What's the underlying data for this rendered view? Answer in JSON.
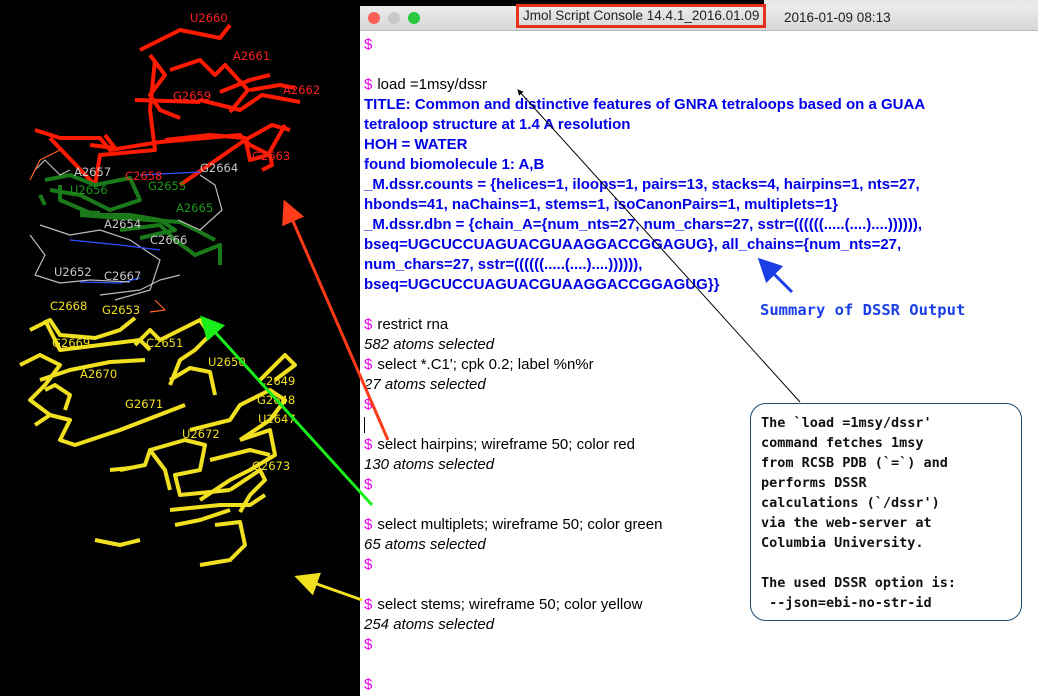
{
  "window": {
    "title": "Jmol Script Console 14.4.1_2016.01.09",
    "datetime": "2016-01-09 08:13"
  },
  "console": {
    "prompt": "$",
    "lines": [
      {
        "type": "prompt",
        "text": ""
      },
      {
        "type": "blank",
        "text": ""
      },
      {
        "type": "prompt",
        "text": "load =1msy/dssr"
      },
      {
        "type": "out",
        "text": "TITLE: Common and distinctive features of GNRA tetraloops based on a GUAA"
      },
      {
        "type": "out",
        "text": "tetraloop structure at 1.4 A resolution"
      },
      {
        "type": "out",
        "text": "HOH = WATER"
      },
      {
        "type": "out",
        "text": "found biomolecule 1: A,B"
      },
      {
        "type": "out",
        "text": "_M.dssr.counts = {helices=1, iloops=1, pairs=13, stacks=4, hairpins=1, nts=27,"
      },
      {
        "type": "out",
        "text": "hbonds=41, naChains=1, stems=1, isoCanonPairs=1, multiplets=1}"
      },
      {
        "type": "out",
        "text": "_M.dssr.dbn = {chain_A={num_nts=27, num_chars=27, sstr=((((((.....(....)....)))))),"
      },
      {
        "type": "out",
        "text": "bseq=UGCUCCUAGUACGUAAGGACCGGAGUG}, all_chains={num_nts=27,"
      },
      {
        "type": "out",
        "text": "num_chars=27, sstr=((((((.....(....)....)))))),"
      },
      {
        "type": "out",
        "text": "bseq=UGCUCCUAGUACGUAAGGACCGGAGUG}}"
      },
      {
        "type": "blank",
        "text": ""
      },
      {
        "type": "prompt",
        "text": "restrict rna"
      },
      {
        "type": "res",
        "text": "582 atoms selected"
      },
      {
        "type": "prompt",
        "text": "select *.C1'; cpk 0.2; label %n%r"
      },
      {
        "type": "res",
        "text": "27 atoms selected"
      },
      {
        "type": "prompt",
        "text": ""
      },
      {
        "type": "cursor",
        "text": ""
      },
      {
        "type": "prompt",
        "text": "select hairpins; wireframe 50; color red"
      },
      {
        "type": "res",
        "text": "130 atoms selected"
      },
      {
        "type": "prompt",
        "text": ""
      },
      {
        "type": "blank",
        "text": ""
      },
      {
        "type": "prompt",
        "text": "select multiplets; wireframe 50; color green"
      },
      {
        "type": "res",
        "text": "65 atoms selected"
      },
      {
        "type": "prompt",
        "text": ""
      },
      {
        "type": "blank",
        "text": ""
      },
      {
        "type": "prompt",
        "text": "select stems; wireframe 50; color yellow"
      },
      {
        "type": "res",
        "text": "254 atoms selected"
      },
      {
        "type": "prompt",
        "text": ""
      },
      {
        "type": "blank",
        "text": ""
      },
      {
        "type": "prompt",
        "text": ""
      }
    ]
  },
  "annotations": {
    "summary": "Summary of DSSR Output",
    "note": "The `load =1msy/dssr'\ncommand fetches 1msy\nfrom RCSB PDB (`=`) and\nperforms DSSR\ncalculations (`/dssr')\nvia the web-server at\nColumbia University.\n\nThe used DSSR option is:\n --json=ebi-no-str-id"
  },
  "colors": {
    "hairpin": "#ff1a00",
    "multiplet": "#1a7a1a",
    "stem": "#f0e020",
    "prompt": "#e600e6",
    "output": "#0000e6"
  },
  "molecule_labels": [
    {
      "text": "U2660",
      "color": "#ff2020"
    },
    {
      "text": "A2661",
      "color": "#ff2020"
    },
    {
      "text": "A2662",
      "color": "#ff2020"
    },
    {
      "text": "G2659",
      "color": "#ff2020"
    },
    {
      "text": "G2663",
      "color": "#ff2020"
    },
    {
      "text": "C2658",
      "color": "#ff2020"
    },
    {
      "text": "A2657",
      "color": "#c8c8c8"
    },
    {
      "text": "G2664",
      "color": "#c8c8c8"
    },
    {
      "text": "G2655",
      "color": "#1a9a1a"
    },
    {
      "text": "U2656",
      "color": "#1a9a1a"
    },
    {
      "text": "A2665",
      "color": "#1a9a1a"
    },
    {
      "text": "A2654",
      "color": "#c8c8c8"
    },
    {
      "text": "C2666",
      "color": "#c8c8c8"
    },
    {
      "text": "U2652",
      "color": "#c8c8c8"
    },
    {
      "text": "C2667",
      "color": "#c8c8c8"
    },
    {
      "text": "C2668",
      "color": "#f0e020"
    },
    {
      "text": "G2653",
      "color": "#f0e020"
    },
    {
      "text": "G2669",
      "color": "#f0e020"
    },
    {
      "text": "C2651",
      "color": "#f0e020"
    },
    {
      "text": "U2650",
      "color": "#f0e020"
    },
    {
      "text": "A2670",
      "color": "#f0e020"
    },
    {
      "text": "C2649",
      "color": "#f0e020"
    },
    {
      "text": "G2648",
      "color": "#f0e020"
    },
    {
      "text": "G2671",
      "color": "#f0e020"
    },
    {
      "text": "U2647",
      "color": "#f0e020"
    },
    {
      "text": "U2672",
      "color": "#f0e020"
    },
    {
      "text": "G2673",
      "color": "#f0e020"
    }
  ]
}
